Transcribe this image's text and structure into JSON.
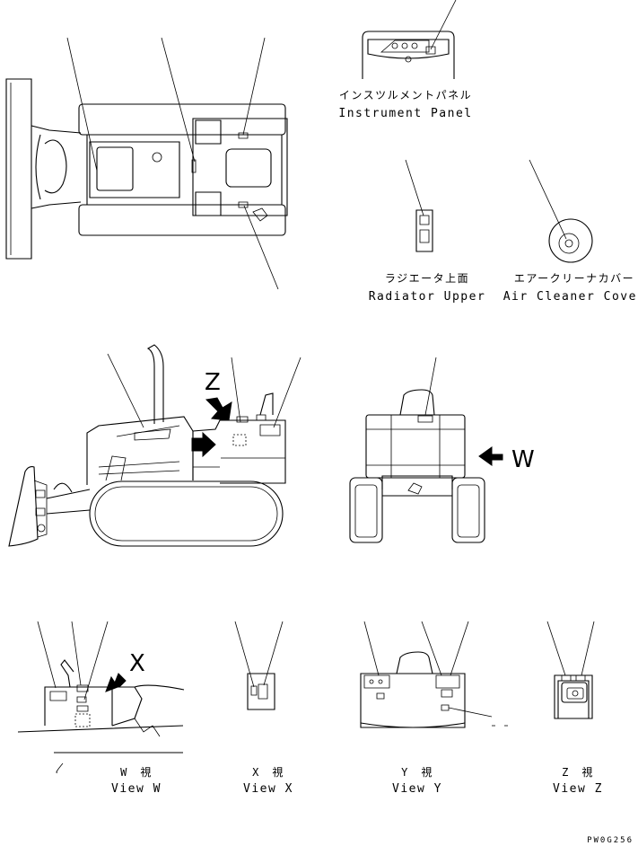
{
  "labels": {
    "instrument_panel_jp": "インスツルメントパネル",
    "instrument_panel_en": "Instrument Panel",
    "radiator_upper_jp": "ラジエータ上面",
    "radiator_upper_en": "Radiator Upper",
    "air_cleaner_jp": "エアークリーナカバー",
    "air_cleaner_en": "Air Cleaner Cover"
  },
  "markers": {
    "z": "Z",
    "w": "W",
    "x": "X"
  },
  "views": {
    "w_jp": "W　視",
    "w_en": "View W",
    "x_jp": "X　視",
    "x_en": "View X",
    "y_jp": "Y　視",
    "y_en": "View Y",
    "z_jp": "Z　視",
    "z_en": "View Z"
  },
  "drawing_code": "PW0G256"
}
